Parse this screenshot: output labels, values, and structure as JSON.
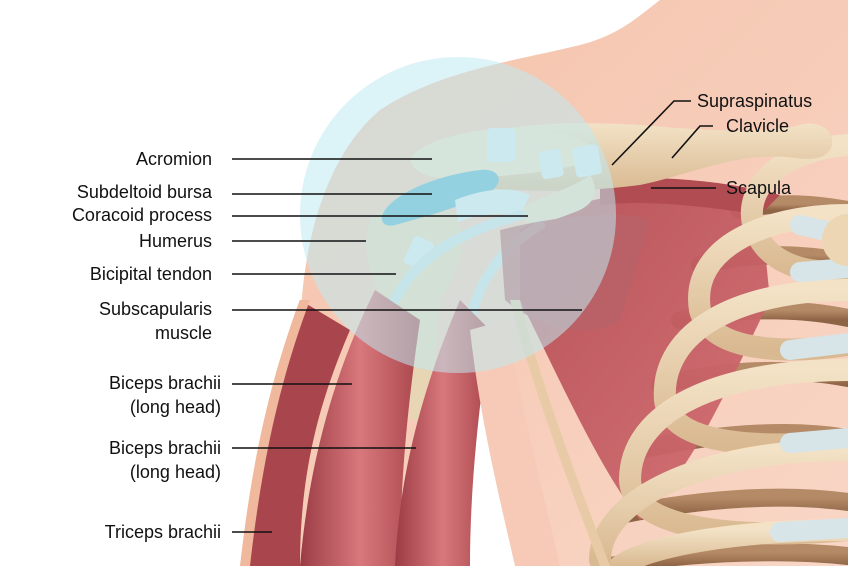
{
  "diagram": {
    "type": "anatomical-illustration",
    "subject": "Shoulder joint anatomy (anterior view)",
    "colors": {
      "skin": "#f6cdb8",
      "skin_light": "#f9d8c8",
      "muscle": "#b8545a",
      "muscle_light": "#d4767a",
      "bone": "#ecd6b4",
      "bone_shadow": "#a77c5a",
      "cartilage": "#d8e6ea",
      "bursa": "#5fb4cc",
      "highlight_circle": "#bfeaf0",
      "leader_line": "#111111",
      "label_text": "#111111"
    },
    "labels_left": [
      {
        "id": "acromion",
        "text": "Acromion"
      },
      {
        "id": "subdeltoid-bursa",
        "text": "Subdeltoid bursa"
      },
      {
        "id": "coracoid-process",
        "text": "Coracoid process"
      },
      {
        "id": "humerus",
        "text": "Humerus"
      },
      {
        "id": "bicipital-tendon",
        "text": "Bicipital tendon"
      },
      {
        "id": "subscapularis",
        "line1": "Subscapularis",
        "line2": "muscle"
      },
      {
        "id": "biceps-long-1",
        "line1": "Biceps brachii",
        "line2": "(long head)"
      },
      {
        "id": "biceps-long-2",
        "line1": "Biceps brachii",
        "line2": "(long head)"
      },
      {
        "id": "triceps",
        "text": "Triceps brachii"
      }
    ],
    "labels_right": [
      {
        "id": "supraspinatus",
        "text": "Supraspinatus"
      },
      {
        "id": "clavicle",
        "text": "Clavicle"
      },
      {
        "id": "scapula",
        "text": "Scapula"
      }
    ]
  }
}
